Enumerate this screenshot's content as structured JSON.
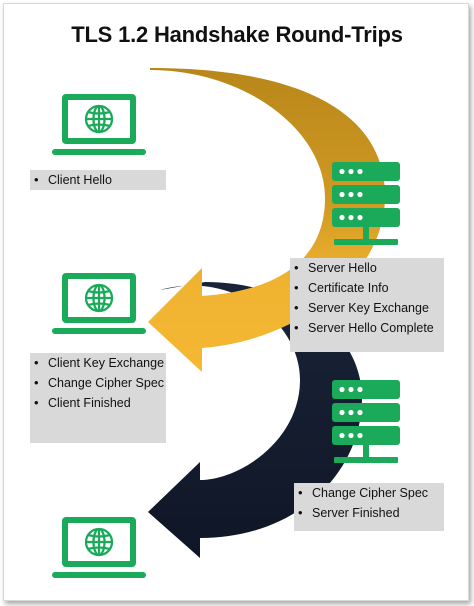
{
  "title": "TLS 1.2 Handshake Round-Trips",
  "colors": {
    "green": "#1aaa5a",
    "gold": "#c8961e",
    "gold_light": "#f2b531",
    "navy": "#141c2e",
    "box_gray": "#d9d9d9"
  },
  "icons": {
    "laptop": "laptop-globe-icon",
    "server": "server-rack-icon"
  },
  "client_hello_box": [
    "Client Hello"
  ],
  "server_hello_box": [
    "Server Hello",
    "Certificate Info",
    "Server Key Exchange",
    "Server Hello Complete"
  ],
  "client_key_box": [
    "Client Key Exchange",
    "Change Cipher Spec",
    "Client Finished"
  ],
  "server_finished_box": [
    "Change Cipher Spec",
    "Server Finished"
  ]
}
